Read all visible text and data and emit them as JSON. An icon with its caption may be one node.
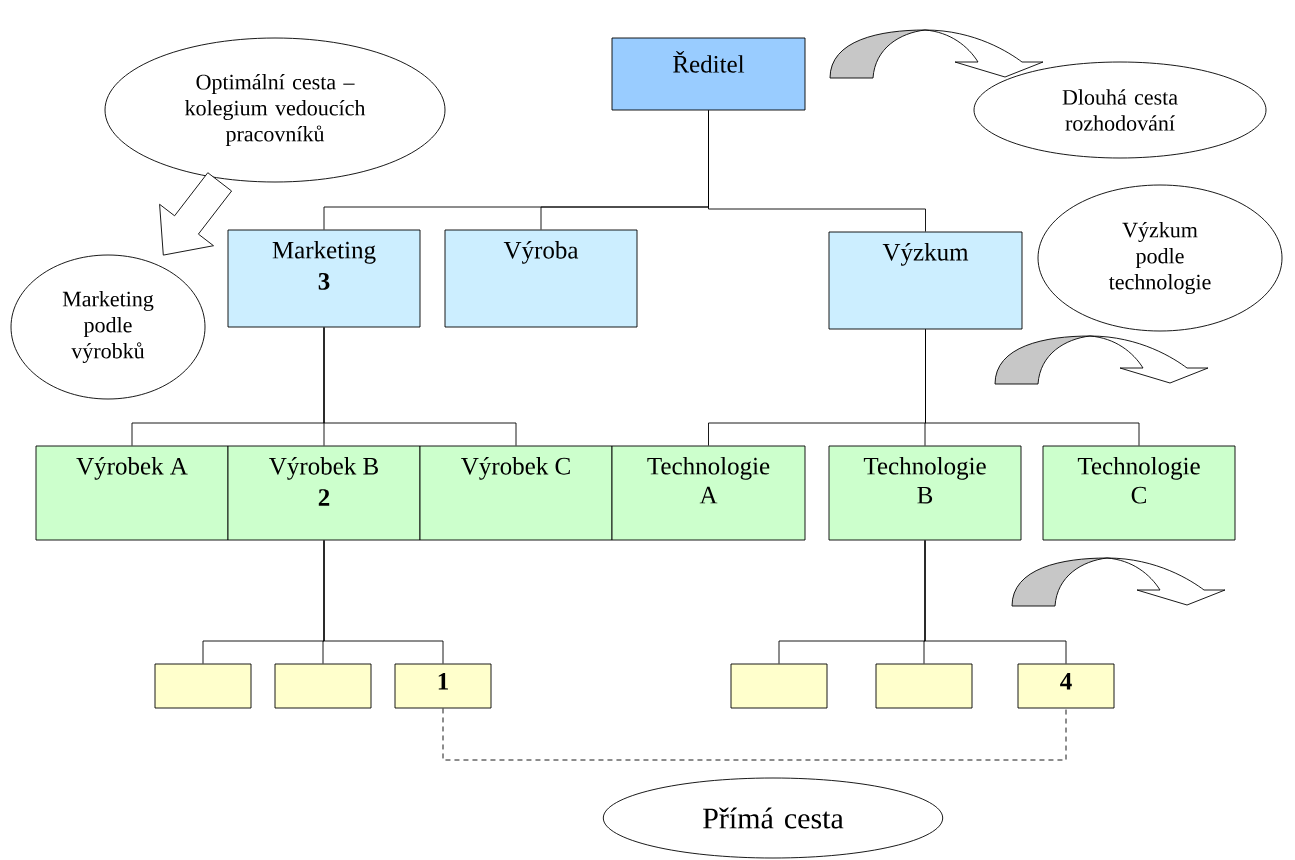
{
  "diagram": {
    "nodes": [
      {
        "text": [
          "Ředitel"
        ]
      },
      {
        "text": [
          "Marketing",
          "3"
        ]
      },
      {
        "text": [
          "Výroba"
        ]
      },
      {
        "text": [
          "Výzkum"
        ]
      },
      {
        "text": [
          "Výrobek A"
        ]
      },
      {
        "text": [
          "Výrobek B",
          "2"
        ]
      },
      {
        "text": [
          "Výrobek C"
        ]
      },
      {
        "text": [
          "Technologie A"
        ]
      },
      {
        "text": [
          "Technologie B"
        ]
      },
      {
        "text": [
          "Technologie C"
        ]
      },
      {
        "text": [],
        "shape": "box"
      },
      {
        "text": [],
        "shape": "box"
      },
      {
        "text": [
          "1"
        ]
      },
      {
        "text": [],
        "shape": "box"
      },
      {
        "text": [],
        "shape": "box"
      },
      {
        "text": [
          "4"
        ]
      },
      {
        "text": [
          "Optimální cesta – kolegium vedoucích pracovníků"
        ]
      },
      {
        "text": [
          "Marketing podle výrobků"
        ]
      },
      {
        "text": [
          "Dlouhá cesta rozhodování"
        ]
      },
      {
        "text": [
          "Výzkum podle technologie"
        ]
      },
      {
        "text": [
          "Přímá cesta"
        ]
      }
    ],
    "edges": [
      {
        "from": 0,
        "to": 1,
        "arrow": "none"
      },
      {
        "from": 0,
        "to": 2,
        "arrow": "none"
      },
      {
        "from": 0,
        "to": 3,
        "arrow": "none"
      },
      {
        "from": 1,
        "to": 4,
        "arrow": "none"
      },
      {
        "from": 1,
        "to": 5,
        "arrow": "none"
      },
      {
        "from": 1,
        "to": 6,
        "arrow": "none"
      },
      {
        "from": 3,
        "to": 7,
        "arrow": "none"
      },
      {
        "from": 3,
        "to": 8,
        "arrow": "none"
      },
      {
        "from": 3,
        "to": 9,
        "arrow": "none"
      },
      {
        "from": 5,
        "to": 10,
        "arrow": "none"
      },
      {
        "from": 5,
        "to": 11,
        "arrow": "none"
      },
      {
        "from": 5,
        "to": 12,
        "arrow": "none"
      },
      {
        "from": 8,
        "to": 13,
        "arrow": "none"
      },
      {
        "from": 8,
        "to": 14,
        "arrow": "none"
      },
      {
        "from": 8,
        "to": 15,
        "arrow": "none"
      },
      {
        "from": 12,
        "to": 15,
        "arrow": "none",
        "style": "dashed"
      },
      {
        "from": 16,
        "to": 17,
        "arrow": "to",
        "style": "thick"
      },
      {
        "from": 0,
        "to": 18,
        "arrow": "to",
        "style": "thick"
      }
    ]
  }
}
